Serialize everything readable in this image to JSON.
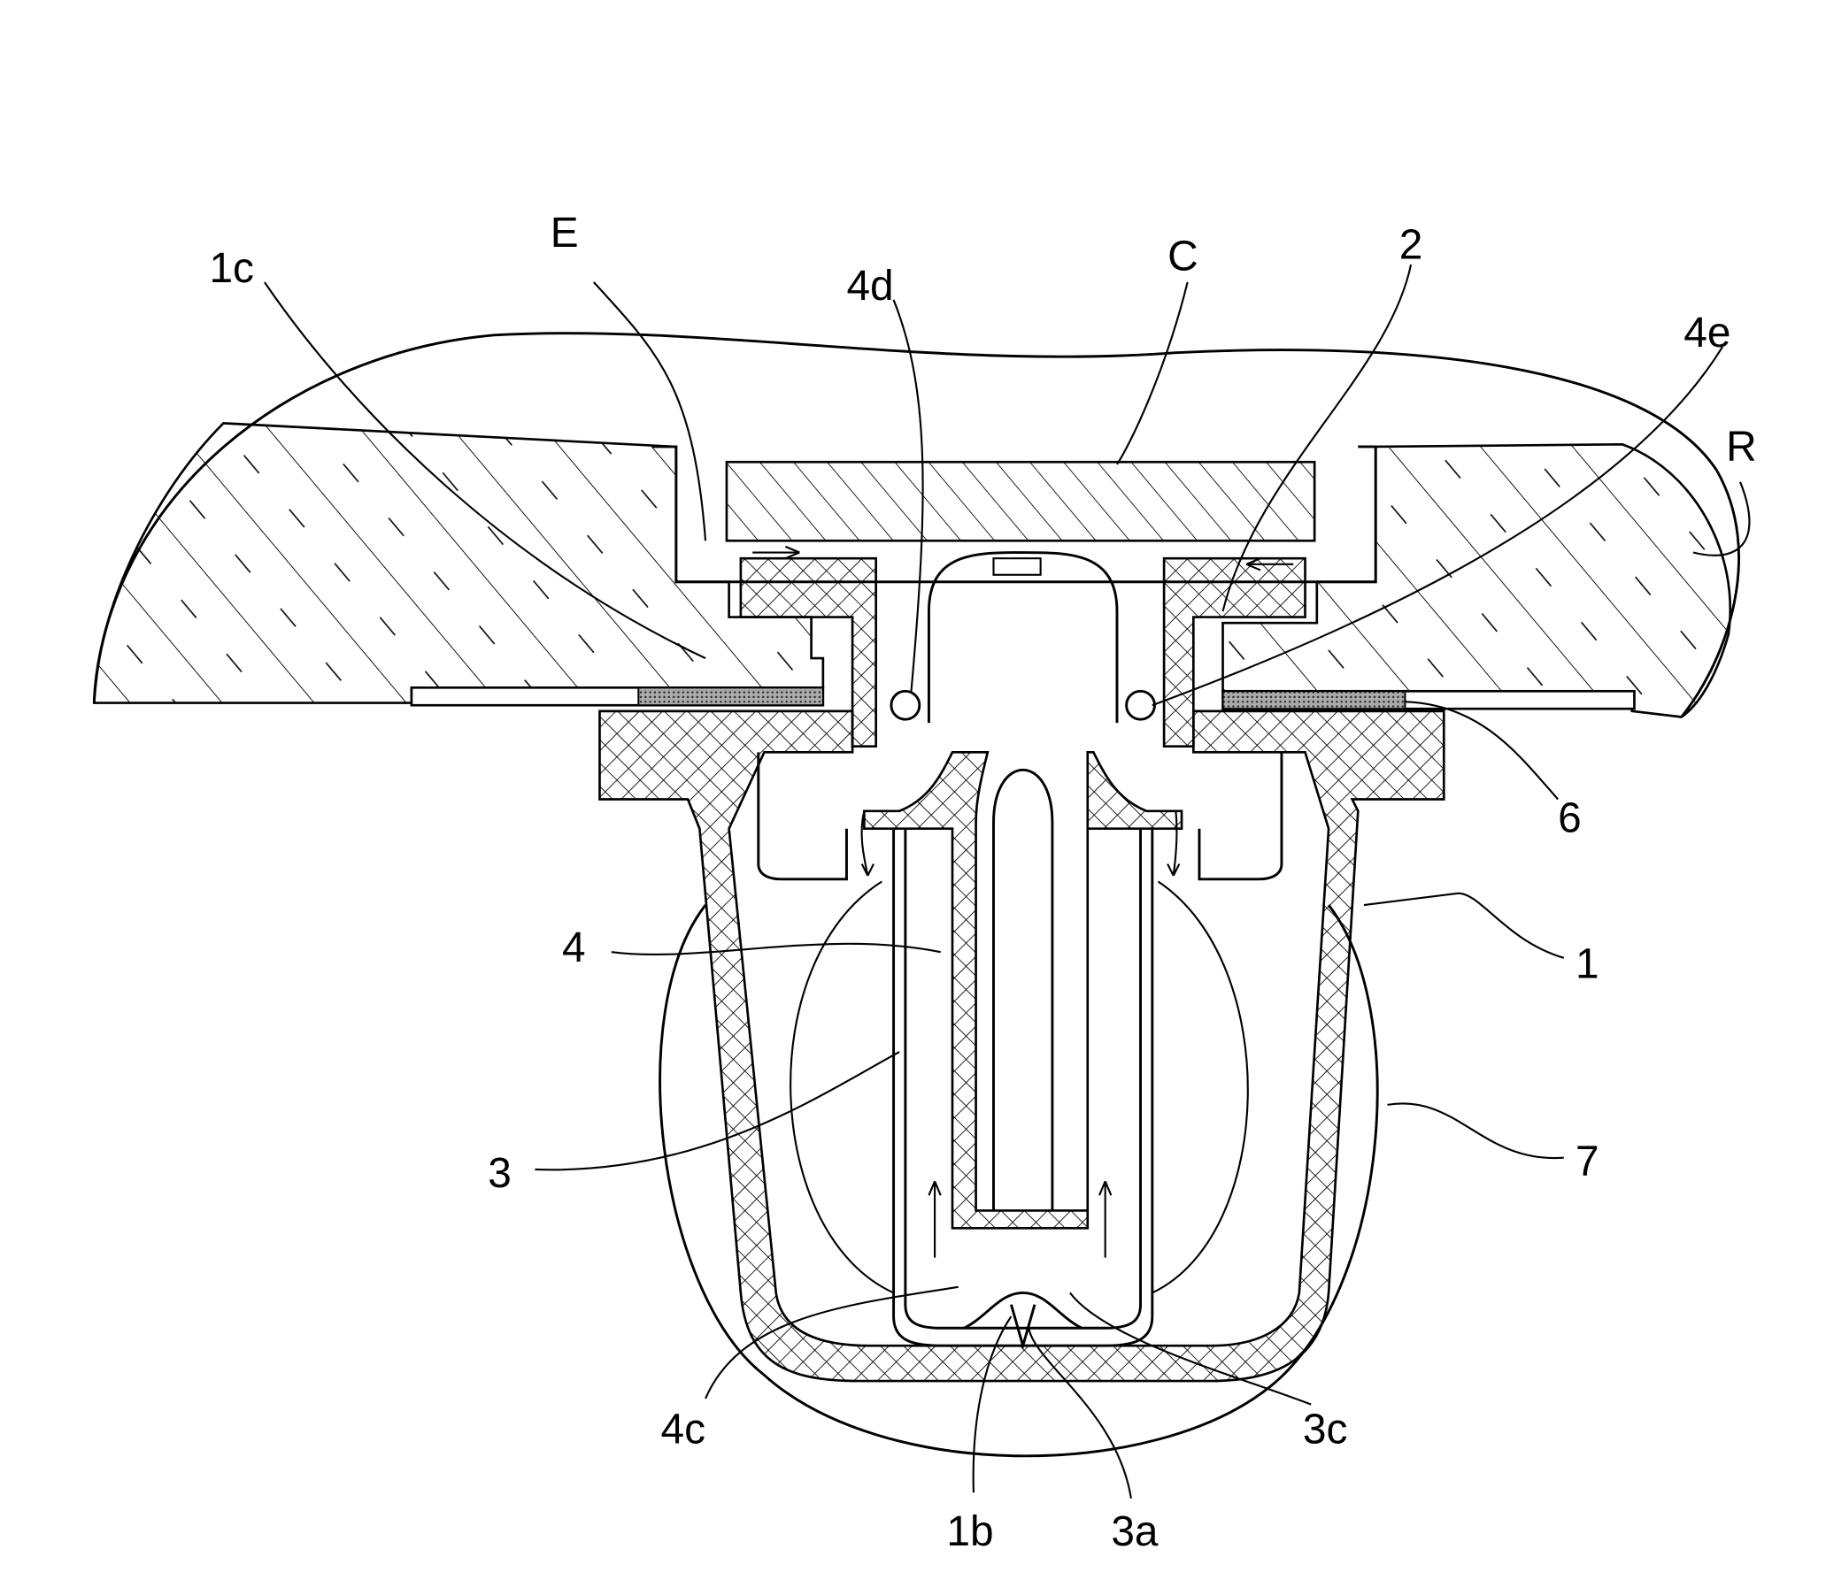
{
  "figure": {
    "labels": {
      "E": "E",
      "C": "C",
      "part_2": "2",
      "part_1c": "1c",
      "part_4d": "4d",
      "part_4e": "4e",
      "R": "R",
      "part_6": "6",
      "part_1": "1",
      "part_4": "4",
      "part_3": "3",
      "part_7": "7",
      "part_4c": "4c",
      "part_3c": "3c",
      "part_1b": "1b",
      "part_3a": "3a"
    }
  }
}
